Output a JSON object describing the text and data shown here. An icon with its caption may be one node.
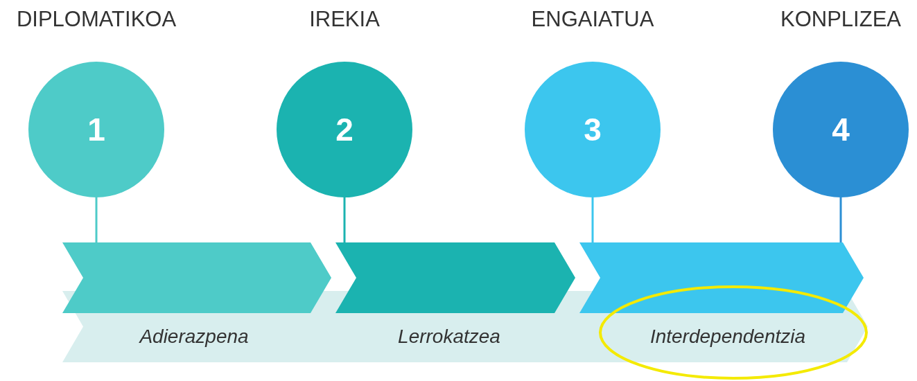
{
  "diagram": {
    "nodes": [
      {
        "text": [
          "DIPLOMATIKOA",
          "1"
        ]
      },
      {
        "text": [
          "IREKIA",
          "2"
        ]
      },
      {
        "text": [
          "ENGAIATUA",
          "3"
        ]
      },
      {
        "text": [
          "KONPLIZEA",
          "4"
        ]
      },
      {
        "text": [],
        "shape": "chevron"
      },
      {
        "text": [],
        "shape": "chevron"
      },
      {
        "text": [],
        "shape": "chevron"
      },
      {
        "text": [
          "Adierazpena",
          "Lerrokatzea",
          "Interdependentzia"
        ]
      }
    ],
    "edges": [
      {
        "from": 0,
        "to": 4,
        "arrow": "none"
      },
      {
        "from": 1,
        "to": 5,
        "arrow": "none"
      },
      {
        "from": 2,
        "to": 6,
        "arrow": "none"
      },
      {
        "from": 3,
        "to": 6,
        "arrow": "none"
      }
    ]
  }
}
